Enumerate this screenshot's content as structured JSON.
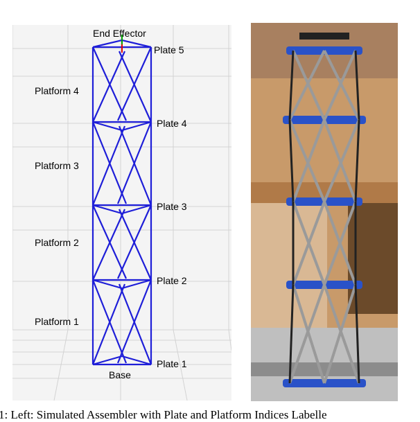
{
  "simulation": {
    "top_label": "End Effector",
    "bottom_label": "Base",
    "plate_labels": [
      "Plate 5",
      "Plate 4",
      "Plate 3",
      "Plate 2",
      "Plate 1"
    ],
    "platform_labels": [
      "Platform 4",
      "Platform 3",
      "Platform 2",
      "Platform 1"
    ],
    "colors": {
      "structure": "#1e1ed8",
      "grid": "#d3d3d3",
      "background": "#f4f4f4",
      "axis_green": "#00a000",
      "axis_red": "#e00000"
    }
  },
  "photo": {
    "icon": "physical-assembler-photo",
    "colors": {
      "wall": "#c89a6a",
      "cabinet": "#b07a48",
      "blue_plate": "#2a52c8",
      "rod": "#9a9a9a",
      "dark": "#222222",
      "floor": "#bfbfbf"
    }
  },
  "caption": "1: Left: Simulated Assembler with Plate and Platform Indices Labelle"
}
